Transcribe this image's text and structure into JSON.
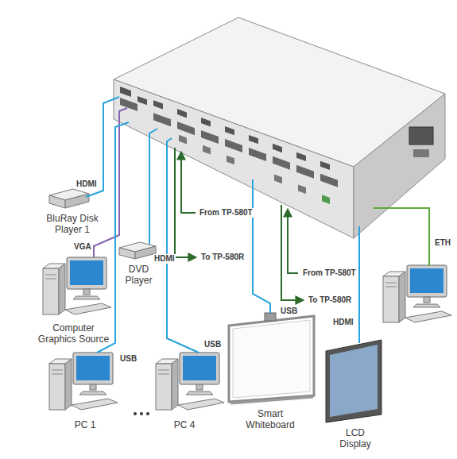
{
  "diagram": {
    "nodes": [
      {
        "text": [
          "BluRay Disk Player 1"
        ]
      },
      {
        "text": [
          "Computer Graphics Source"
        ]
      },
      {
        "text": [
          "DVD Player"
        ]
      },
      {
        "text": [
          "PC 1"
        ]
      },
      {
        "text": [
          "PC 4"
        ]
      },
      {
        "text": [
          "Smart Whiteboard"
        ]
      },
      {
        "text": [
          "LCD Display"
        ]
      }
    ],
    "labels": [
      "HDMI",
      "VGA",
      "HDMI",
      "USB",
      "USB",
      "From TP-580T",
      "To TP-580R",
      "USB",
      "From TP-580T",
      "To TP-580R",
      "HDMI",
      "ETH"
    ]
  }
}
